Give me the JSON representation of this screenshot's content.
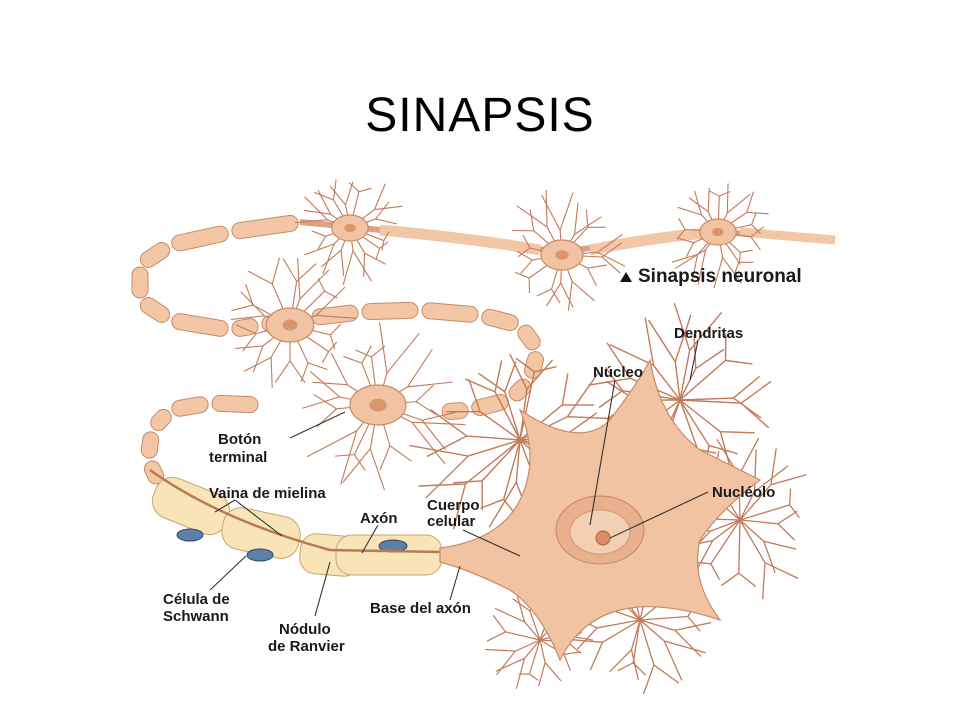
{
  "title": "SINAPSIS",
  "labels": {
    "sinapsis_neuronal": "Sinapsis neuronal",
    "dendritas": "Dendritas",
    "nucleo": "Núcleo",
    "nucleolo": "Nucléolo",
    "boton_1": "Botón",
    "boton_2": "terminal",
    "vaina": "Vaina de mielina",
    "cuerpo_1": "Cuerpo",
    "cuerpo_2": "celular",
    "axon": "Axón",
    "celula_1": "Célula de",
    "celula_2": "Schwann",
    "base_axon": "Base del axón",
    "nodulo_1": "Nódulo",
    "nodulo_2": "de Ranvier"
  },
  "colors": {
    "cytoplasm": "#f1c3a3",
    "myelin": "#f8e4b6",
    "dendrite": "#c27a5a",
    "nucleus_fill": "#e9b08c",
    "schwann_nucleus": "#5d7fa8"
  }
}
